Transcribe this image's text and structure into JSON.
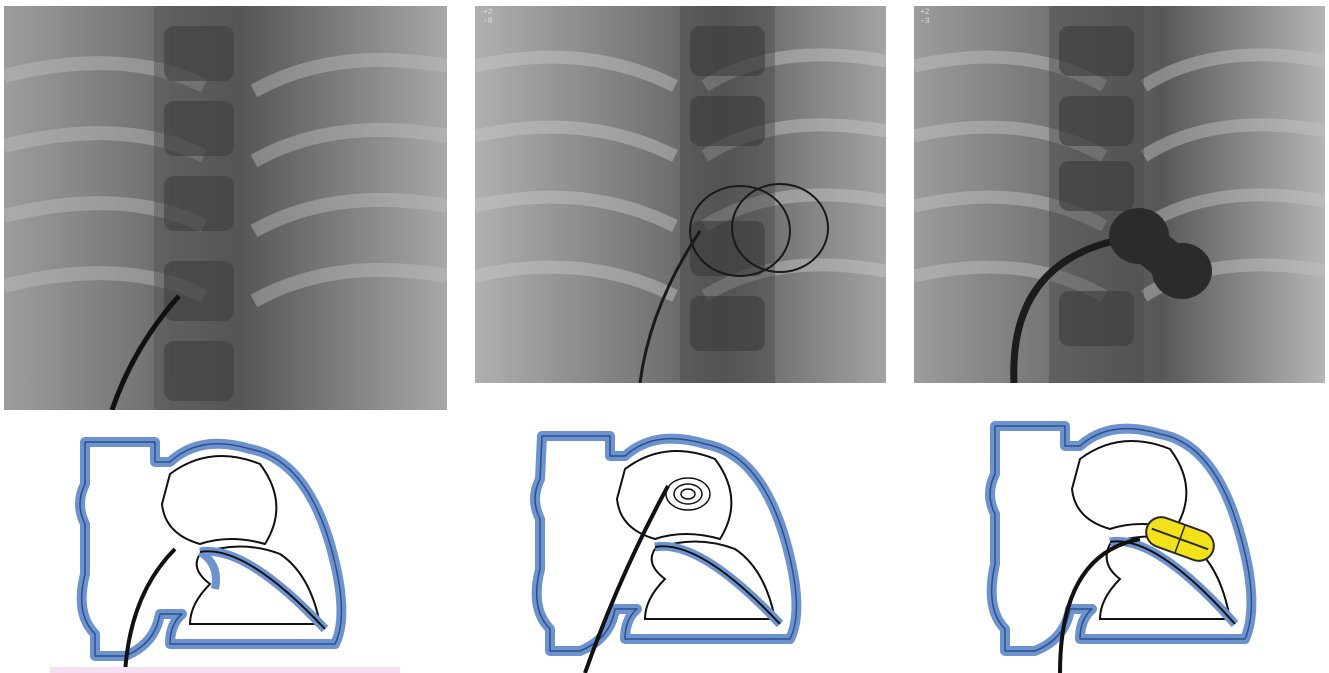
{
  "panels": {
    "xray_1": {
      "caption": "",
      "overlay_text": ""
    },
    "xray_2": {
      "caption": "",
      "overlay_text": "+2\n-8"
    },
    "xray_3": {
      "caption": "",
      "overlay_text": "+2\n-3"
    }
  },
  "colors": {
    "myocardium_fill": "#6d93cf",
    "myocardium_stroke": "#2c4f8a",
    "wire": "#111111",
    "balloon": "#f3e21a",
    "xray_background": "#7b7b7b",
    "pink_bar": "#f7dff3"
  },
  "icons": [
    "fluoroscopy-image",
    "heart-diagram",
    "catheter",
    "guidewire-coil",
    "balloon"
  ]
}
